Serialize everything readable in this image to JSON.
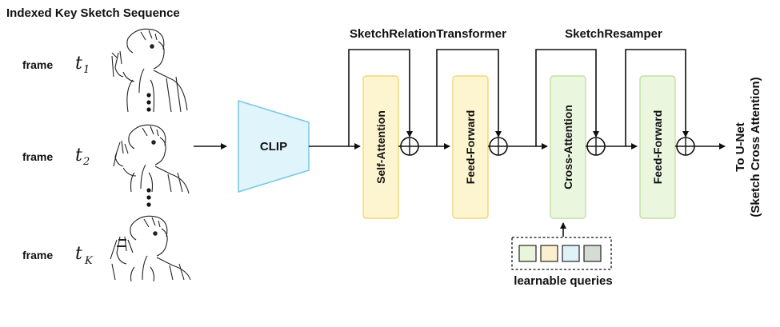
{
  "title": "Indexed Key Sketch Sequence",
  "frames": [
    {
      "prefix": "frame",
      "symbol": "t",
      "subscript": "1"
    },
    {
      "prefix": "frame",
      "symbol": "t",
      "subscript": "2"
    },
    {
      "prefix": "frame",
      "symbol": "t",
      "subscript": "K"
    }
  ],
  "clip_label": "CLIP",
  "groups": {
    "relation": "SketchRelationTransformer",
    "resampler": "SketchResamper"
  },
  "blocks": {
    "self_attention": "Self-Attention",
    "feed_forward_1": "Feed-Forward",
    "cross_attention": "Cross-Attention",
    "feed_forward_2": "Feed-Forward"
  },
  "queries_label": "learnable queries",
  "output": {
    "line1": "To U-Net",
    "line2": "(Sketch Cross Attention)"
  },
  "colors": {
    "clip_fill": "#dff4fb",
    "clip_stroke": "#7ec9e6",
    "self_attn_fill": "#fdf5cf",
    "self_attn_stroke": "#f2d675",
    "cross_fill": "#eaf6de",
    "cross_stroke": "#bfe0a4",
    "query_1": "#e9f6dc",
    "query_2": "#fbefcf",
    "query_3": "#dff2f9",
    "query_4": "#d7dbd5"
  }
}
